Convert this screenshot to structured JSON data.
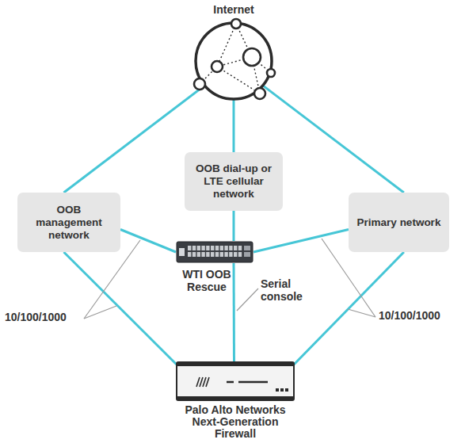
{
  "diagram": {
    "nodes": [
      {
        "text": [
          "Internet"
        ]
      },
      {
        "text": [
          "OOB management network"
        ]
      },
      {
        "text": [
          "OOB dial-up or LTE cellular network"
        ]
      },
      {
        "text": [
          "Primary network"
        ]
      },
      {
        "text": [
          "WTI OOB Rescue"
        ]
      },
      {
        "text": [
          "Palo Alto Networks Next-Generation Firewall"
        ]
      }
    ],
    "edges": [
      {
        "from": 0,
        "to": 1,
        "arrow": "none"
      },
      {
        "from": 0,
        "to": 2,
        "arrow": "none"
      },
      {
        "from": 0,
        "to": 3,
        "arrow": "none"
      },
      {
        "from": 1,
        "to": 4,
        "arrow": "none"
      },
      {
        "from": 2,
        "to": 4,
        "arrow": "none"
      },
      {
        "from": 3,
        "to": 4,
        "arrow": "none"
      },
      {
        "from": 1,
        "to": 5,
        "arrow": "none"
      },
      {
        "from": 3,
        "to": 5,
        "arrow": "none"
      },
      {
        "from": 4,
        "to": 5,
        "arrow": "none"
      }
    ],
    "labels": [
      "Serial console",
      "10/100/1000",
      "10/100/1000"
    ]
  }
}
